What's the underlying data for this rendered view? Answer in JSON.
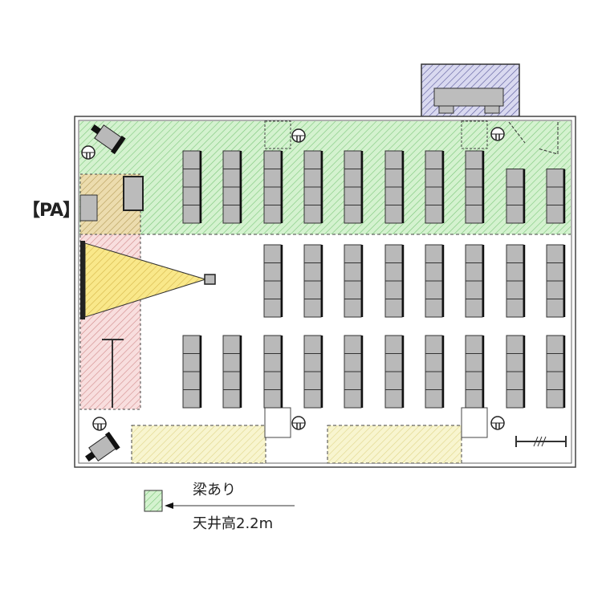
{
  "labels": {
    "pa": "【PA】",
    "legend_beam": "梁あり",
    "legend_ceiling": "天井高2.2m"
  },
  "colors": {
    "beam_zone": "#c9efc4",
    "pa_zone": "#e8d7a4",
    "stage_zone": "#f3c9c9",
    "projection": "#f7e97a",
    "reserved_zone": "#f6f3c4",
    "platform": "#c3c3e6",
    "chair": "#b9b9b9"
  },
  "seating": {
    "block_top": {
      "columns": 10,
      "chairs_per_column": [
        4,
        4,
        4,
        4,
        4,
        4,
        4,
        4,
        3,
        3
      ]
    },
    "block_middle": {
      "columns": 8,
      "chairs_per_column": [
        4,
        4,
        4,
        4,
        4,
        4,
        4,
        4
      ]
    },
    "block_bottom": {
      "columns": 10,
      "chairs_per_column": [
        4,
        4,
        4,
        4,
        4,
        4,
        4,
        4,
        4,
        4
      ]
    }
  }
}
